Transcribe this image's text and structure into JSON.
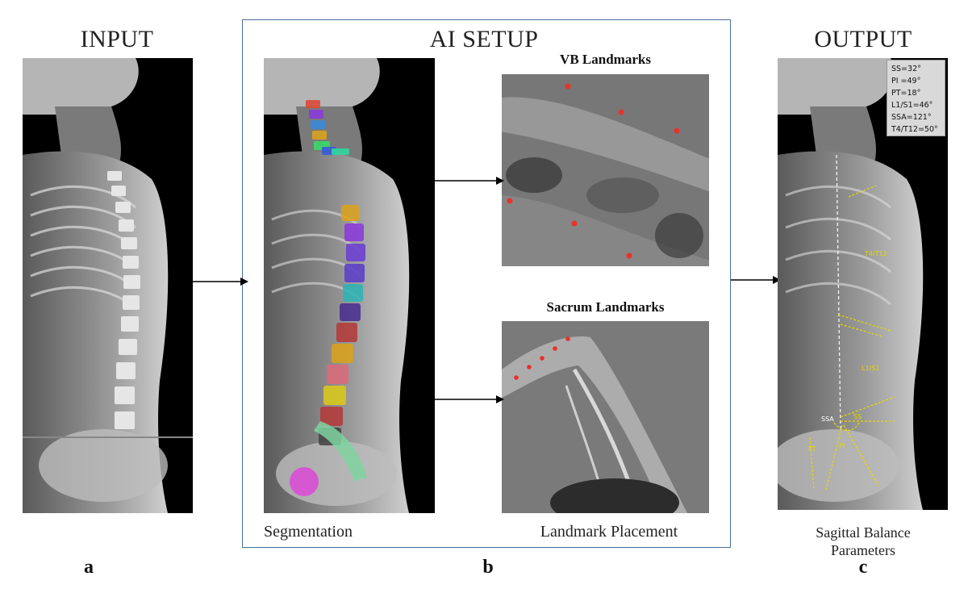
{
  "headings": {
    "input": "INPUT",
    "ai_setup": "AI SETUP",
    "output": "OUTPUT"
  },
  "panels": {
    "a": "a",
    "b": "b",
    "c": "c"
  },
  "ai_setup": {
    "vb_title": "VB Landmarks",
    "sacrum_title": "Sacrum Landmarks",
    "segmentation_caption": "Segmentation",
    "landmark_caption": "Landmark Placement"
  },
  "output": {
    "caption_line1": "Sagittal Balance",
    "caption_line2": "Parameters",
    "parameters": [
      "SS=32°",
      "PI =49°",
      "PT=18°",
      "L1/S1=46°",
      "SSA=121°",
      "T4/T12=50°"
    ],
    "labels": {
      "t4t12": "T4/T12",
      "l1s1": "L1/S1",
      "ssa": "SSA",
      "pt": "PT",
      "pi": "PI",
      "ss": "SS"
    }
  },
  "colors": {
    "frame_border": "#4a6f9a",
    "landmark_dot": "#e8322a",
    "annotation_line": "#e6d800"
  },
  "segment_colors": [
    "#d9a21b",
    "#8a3ad8",
    "#6a3fd0",
    "#5b3fc8",
    "#2fb3b3",
    "#4a2f8f",
    "#b43a3a",
    "#d9a21b",
    "#d96a7a",
    "#d9c81b",
    "#b43a3a",
    "#444444",
    "#7fd4a0",
    "#d94fd4"
  ],
  "neck_segment_colors": [
    "#d94a3a",
    "#8a3ad8",
    "#3a8ad8",
    "#d9a21b",
    "#3ad86a",
    "#3a5ad8",
    "#2fd8a0"
  ]
}
